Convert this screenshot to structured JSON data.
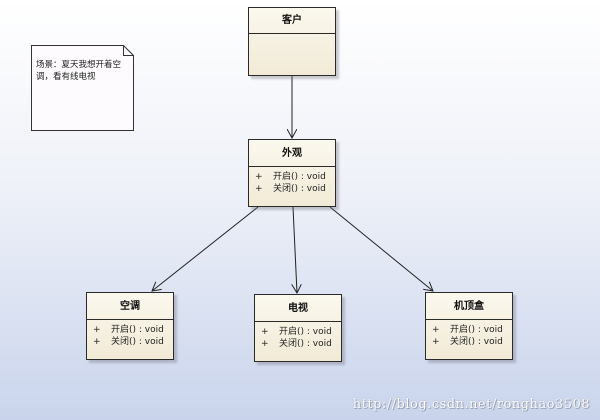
{
  "classes": {
    "client": {
      "name": "客户"
    },
    "facade": {
      "name": "外观",
      "operations": [
        {
          "visibility": "+",
          "signature": "开启() : void"
        },
        {
          "visibility": "+",
          "signature": "关闭() : void"
        }
      ]
    },
    "aircon": {
      "name": "空调",
      "operations": [
        {
          "visibility": "+",
          "signature": "开启() : void"
        },
        {
          "visibility": "+",
          "signature": "关闭() : void"
        }
      ]
    },
    "tv": {
      "name": "电视",
      "operations": [
        {
          "visibility": "+",
          "signature": "开启() : void"
        },
        {
          "visibility": "+",
          "signature": "关闭() : void"
        }
      ]
    },
    "settopbox": {
      "name": "机顶盒",
      "operations": [
        {
          "visibility": "+",
          "signature": "开启() : void"
        },
        {
          "visibility": "+",
          "signature": "关闭() : void"
        }
      ]
    }
  },
  "note": {
    "text": "场景：夏天我想开着空调，看有线电视"
  },
  "watermark": "http://blog.csdn.net/ronghao3508",
  "colors": {
    "class_fill": "#f3eddb",
    "border": "#2a2a2a",
    "note_fill": "#fdfbfd"
  }
}
